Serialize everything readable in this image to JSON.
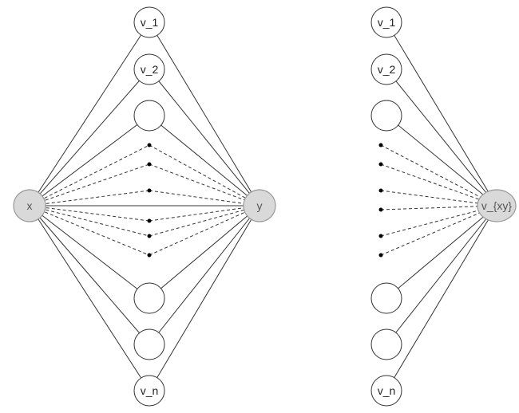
{
  "left_graph": {
    "source_label": "x",
    "target_label": "y",
    "middle_nodes": [
      {
        "label": "v_1",
        "kind": "node"
      },
      {
        "label": "v_2",
        "kind": "node"
      },
      {
        "label": "",
        "kind": "node"
      },
      {
        "label": "",
        "kind": "dot"
      },
      {
        "label": "",
        "kind": "dot"
      },
      {
        "label": "",
        "kind": "dot"
      },
      {
        "label": "",
        "kind": "dot"
      },
      {
        "label": "",
        "kind": "dot"
      },
      {
        "label": "",
        "kind": "dot"
      },
      {
        "label": "",
        "kind": "node"
      },
      {
        "label": "",
        "kind": "node"
      },
      {
        "label": "v_n",
        "kind": "node"
      }
    ],
    "direct_edge": true
  },
  "right_graph": {
    "hub_label": "v_{xy}",
    "middle_nodes": [
      {
        "label": "v_1",
        "kind": "node"
      },
      {
        "label": "v_2",
        "kind": "node"
      },
      {
        "label": "",
        "kind": "node"
      },
      {
        "label": "",
        "kind": "dot"
      },
      {
        "label": "",
        "kind": "dot"
      },
      {
        "label": "",
        "kind": "dot"
      },
      {
        "label": "",
        "kind": "dot"
      },
      {
        "label": "",
        "kind": "dot"
      },
      {
        "label": "",
        "kind": "dot"
      },
      {
        "label": "",
        "kind": "node"
      },
      {
        "label": "",
        "kind": "node"
      },
      {
        "label": "v_n",
        "kind": "node"
      }
    ]
  }
}
